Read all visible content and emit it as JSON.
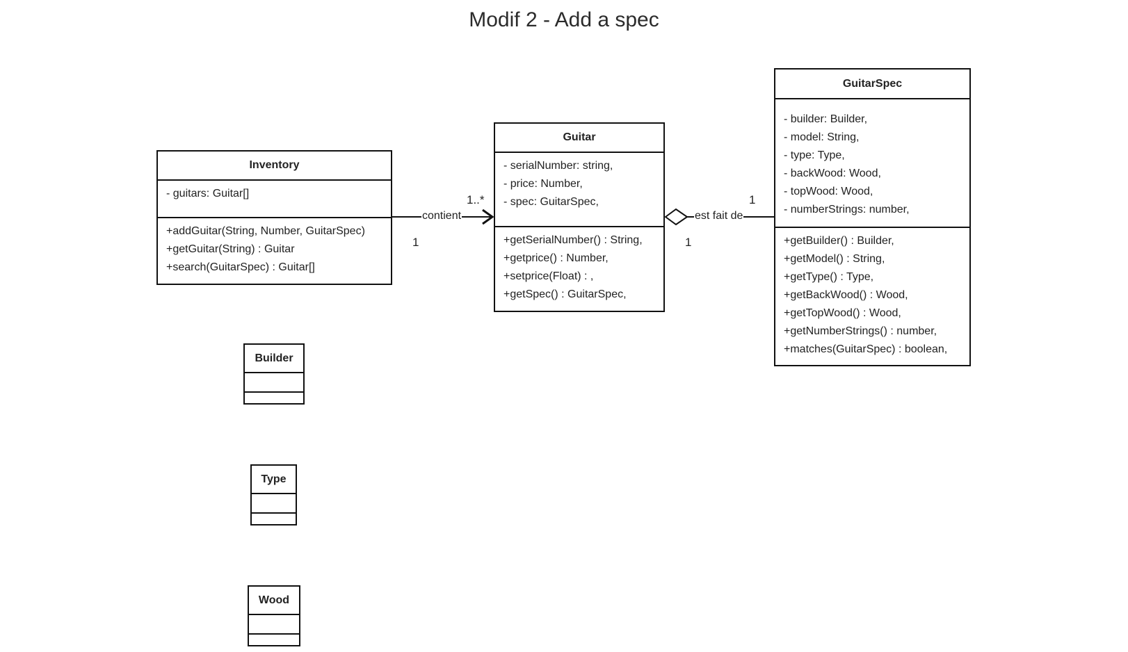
{
  "title": "Modif 2 - Add a spec",
  "classes": {
    "inventory": {
      "name": "Inventory",
      "attributes": [
        "- guitars: Guitar[]"
      ],
      "operations": [
        "+addGuitar(String, Number, GuitarSpec)",
        "+getGuitar(String) : Guitar",
        "+search(GuitarSpec) : Guitar[]"
      ]
    },
    "guitar": {
      "name": "Guitar",
      "attributes": [
        "- serialNumber: string,",
        "- price: Number,",
        "- spec: GuitarSpec,"
      ],
      "operations": [
        "+getSerialNumber() : String,",
        "+getprice() : Number,",
        "+setprice(Float) : ,",
        "+getSpec() : GuitarSpec,"
      ]
    },
    "guitarspec": {
      "name": "GuitarSpec",
      "attributes": [
        "- builder: Builder,",
        "- model: String,",
        "- type: Type,",
        "- backWood: Wood,",
        "- topWood: Wood,",
        "- numberStrings: number,"
      ],
      "operations": [
        "+getBuilder() : Builder,",
        "+getModel() : String,",
        "+getType() : Type,",
        "+getBackWood() : Wood,",
        "+getTopWood() : Wood,",
        "+getNumberStrings() : number,",
        "+matches(GuitarSpec) : boolean,"
      ]
    },
    "builder": {
      "name": "Builder"
    },
    "type": {
      "name": "Type"
    },
    "wood": {
      "name": "Wood"
    }
  },
  "associations": {
    "contient": {
      "label": "contient",
      "source_multiplicity": "1",
      "target_multiplicity": "1..*"
    },
    "est_fait_de": {
      "label": "est fait de",
      "source_multiplicity": "1",
      "target_multiplicity": "1"
    }
  }
}
